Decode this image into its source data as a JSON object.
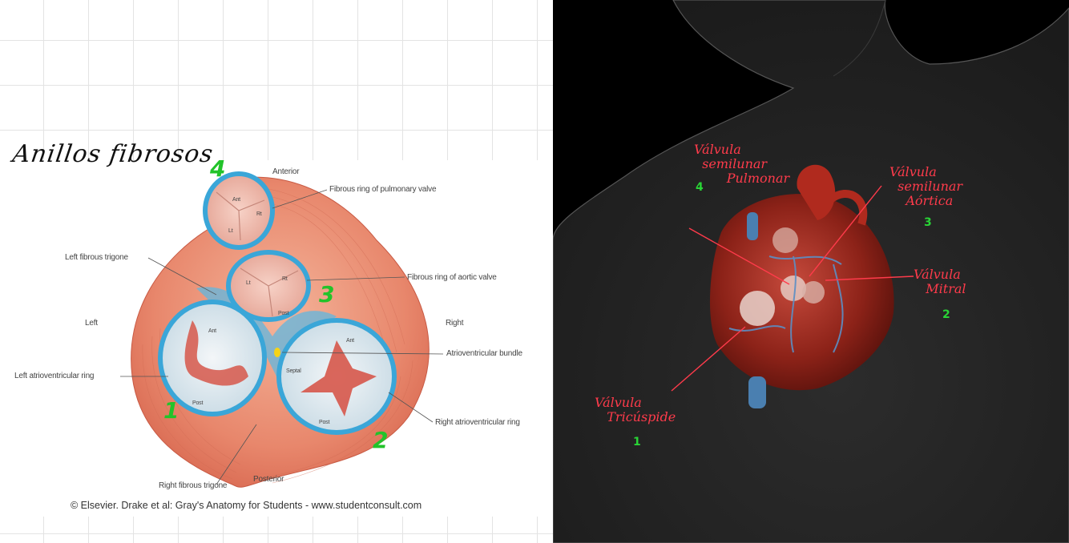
{
  "left_page": {
    "handwritten_title": "Anillos fibrosos",
    "labels": {
      "anterior": "Anterior",
      "posterior": "Posterior",
      "left": "Left",
      "right": "Right",
      "pulmonary_ring": "Fibrous ring of pulmonary valve",
      "aortic_ring": "Fibrous ring of aortic valve",
      "left_trigone": "Left fibrous trigone",
      "right_trigone": "Right fibrous trigone",
      "av_bundle": "Atrioventricular bundle",
      "left_av_ring": "Left atrioventricular ring",
      "right_av_ring": "Right atrioventricular ring"
    },
    "cusp_labels": {
      "pulm_ant": "Ant",
      "pulm_rt": "Rt",
      "pulm_lt": "Lt",
      "aort_lt": "Lt",
      "aort_rt": "Rt",
      "aort_post": "Post",
      "mitral_ant": "Ant",
      "mitral_post": "Post",
      "tric_ant": "Ant",
      "tric_septal": "Septal",
      "tric_post": "Post"
    },
    "credit": "© Elsevier. Drake et al: Gray's Anatomy for Students - www.studentconsult.com",
    "green_numbers": {
      "pulmonary": "4",
      "aortic": "3",
      "mitral": "1",
      "tricuspid": "2"
    }
  },
  "right_panel": {
    "notes": {
      "pulmonar": "Válvula\n  semilunar\n        Pulmonar",
      "aortica": "Válvula\n  semilunar\n    Aórtica",
      "mitral": "Válvula\n   Mitral",
      "tricuspide": "Válvula\n   Tricúspide"
    },
    "green_numbers": {
      "pulmonar": "4",
      "aortica": "3",
      "mitral": "2",
      "tricuspide": "1"
    }
  },
  "colors": {
    "ring_blue": "#3aa6d8",
    "tissue_orange": "#e8876c",
    "annotation_red": "#ff3b4b",
    "annotation_green": "#22c32a"
  }
}
